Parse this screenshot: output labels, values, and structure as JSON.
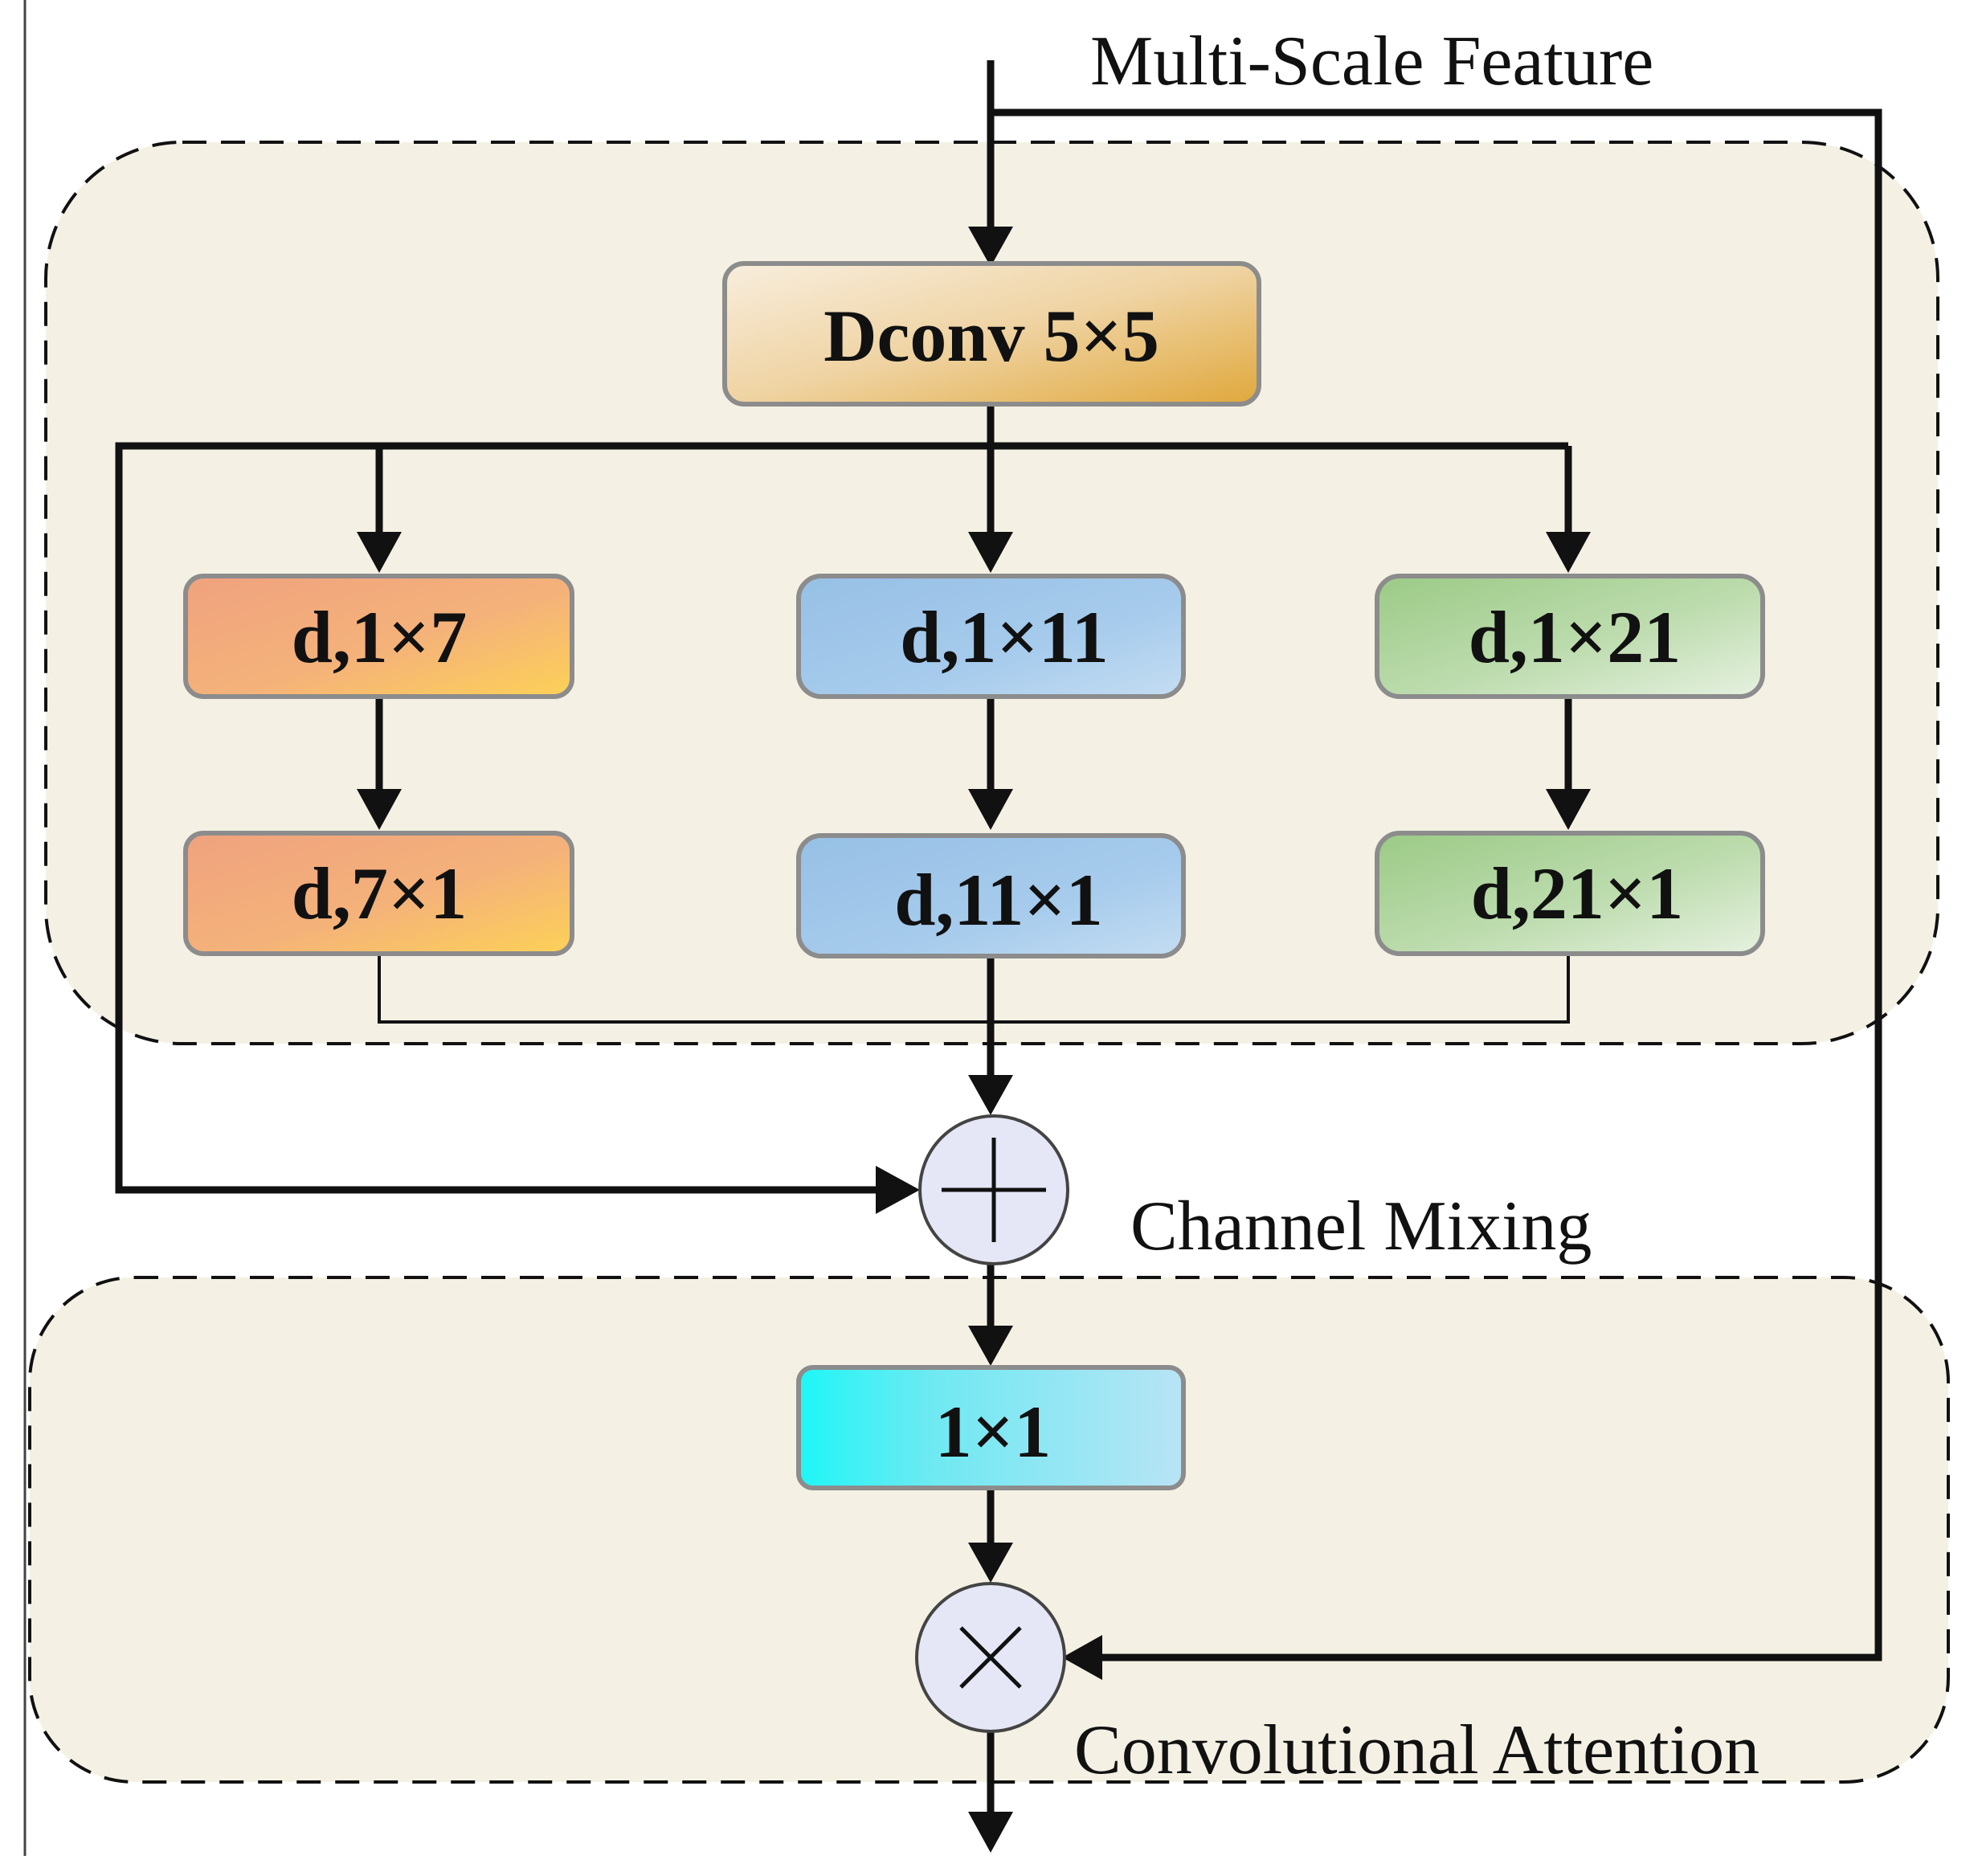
{
  "labels": {
    "input": "Multi-Scale Feature",
    "channel_mixing": "Channel Mixing",
    "convolutional_attention": "Convolutional Attention"
  },
  "blocks": {
    "dconv": "Dconv 5×5",
    "branch1_top": "d,1×7",
    "branch1_bottom": "d,7×1",
    "branch2_top": "d,1×11",
    "branch2_bottom": "d,11×1",
    "branch3_top": "d,1×21",
    "branch3_bottom": "d,21×1",
    "pointwise": "1×1"
  },
  "operators": {
    "add": "+",
    "multiply": "×"
  },
  "colors": {
    "region_fill": "#f4f1e4",
    "dconv": [
      "#f7ecdc",
      "#e3b04e"
    ],
    "branch1": [
      "#f0a57f",
      "#fdcc5a"
    ],
    "branch2": [
      "#9cc4e8",
      "#bcd8f0"
    ],
    "branch3": [
      "#9fcc8b",
      "#e2efdb"
    ],
    "pointwise": [
      "#22f4f4",
      "#b6e6f7"
    ],
    "operator_fill": "#e5e7f6"
  }
}
